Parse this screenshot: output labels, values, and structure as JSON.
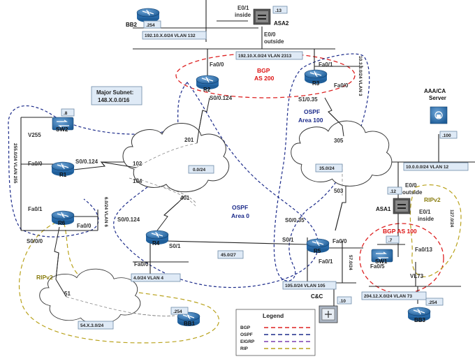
{
  "devices": {
    "bb2": "BB2",
    "asa2": "ASA2",
    "r2": "R2",
    "r3": "R3",
    "sw2": "SW2",
    "r1": "R1",
    "r6": "R6",
    "r4": "R4",
    "r5": "R5",
    "sw1": "SW1",
    "bb1": "BB1",
    "bb3": "BB3",
    "asa1": "ASA1",
    "aaa_l1": "AAA/CA",
    "aaa_l2": "Server",
    "cc": "C&C"
  },
  "boxes": {
    "bb2_host": ".254",
    "asa2_host": ".13",
    "vlan132": "192.10.X.0/24 VLAN 132",
    "vlan2313": "192.10.X.0/24 VLAN 2313",
    "sw2_host": ".8",
    "net0": "0.0/24",
    "net35": "35.0/24",
    "aaa_host": ".100",
    "vlan12": "10.0.0.0/24 VLAN 12",
    "asa1_host": ".12",
    "sw1_host": ".7",
    "vlan4": "4.0/24 VLAN 4",
    "net45": "45.0/27",
    "net54": "54.X.3.0/24",
    "bb1_host": ".254",
    "vlan105": "105.0/24 VLAN 105",
    "cc_host": ".10",
    "vlan73": "204.12.X.0/24 VLAN 73",
    "bb3_host": ".254",
    "major_l1": "Major Subnet:",
    "major_l2": "148.X.0.0/16"
  },
  "labels": {
    "asa2_e01": "E0/1",
    "asa2_inside": "inside",
    "asa2_e00": "E0/0",
    "asa2_outside": "outside",
    "r2_fa00": "Fa0/0",
    "r2_s0": "S0/0.124",
    "r3_fa01": "Fa0/1",
    "r3_fa00": "Fa0/0",
    "r3_s1": "S1/0.35",
    "r3_vlan3": "10.3.3.0/24 VLAN 3",
    "v255": "V255",
    "vlan255": "255.0/24 VLAN 255",
    "r1_fa00": "Fa0/0",
    "r1_s0": "S0/0.124",
    "dlci102": "102",
    "dlci104": "104",
    "dlci201": "201",
    "dlci401": "401",
    "r6_fa01": "Fa0/1",
    "r6_fa00": "Fa0/0",
    "r6_vlan6": "6.0/24 VLAN 6",
    "r6_s0": "S0/0/0",
    "r4_s0": "S0/0.124",
    "r4_s01": "S0/1",
    "r4_fa00": "Fa0/0",
    "dlci51": "51",
    "dlci305": "305",
    "dlci503": "503",
    "r5_s0": "S0/0.35",
    "r5_s01": "S0/1",
    "r5_fa00": "Fa0/0",
    "r5_fa01": "Fa0/1",
    "r5_vlan57": "57.0/24",
    "asa1_e00": "E0/0",
    "asa1_outside": "outside",
    "asa1_e01": "E0/1",
    "asa1_inside": "inside",
    "asa1_127": "127.0/24",
    "sw1_fa013": "Fa0/13",
    "sw1_fa05": "Fa0/5",
    "vl73": "VL73"
  },
  "areas": {
    "bgp200_l1": "BGP",
    "bgp200_l2": "AS 200",
    "ospf100_l1": "OSPF",
    "ospf100_l2": "Area 100",
    "ospf0_l1": "OSPF",
    "ospf0_l2": "Area 0",
    "bgp100": "BGP AS 100",
    "ripv2_left": "RIPv2",
    "ripv2_right": "RIPv2"
  },
  "legend": {
    "title": "Legend",
    "items": [
      {
        "label": "BGP",
        "color": "#dd2222"
      },
      {
        "label": "OSPF",
        "color": "#1c2b8a"
      },
      {
        "label": "EIGRP",
        "color": "#7a3fb0"
      },
      {
        "label": "RIP",
        "color": "#b9a21c"
      }
    ]
  },
  "colors": {
    "bgp": "#dd2222",
    "ospf": "#1c2b8a",
    "eigrp": "#7a3fb0",
    "rip": "#b9a21c",
    "device": "#2c6aa6"
  }
}
